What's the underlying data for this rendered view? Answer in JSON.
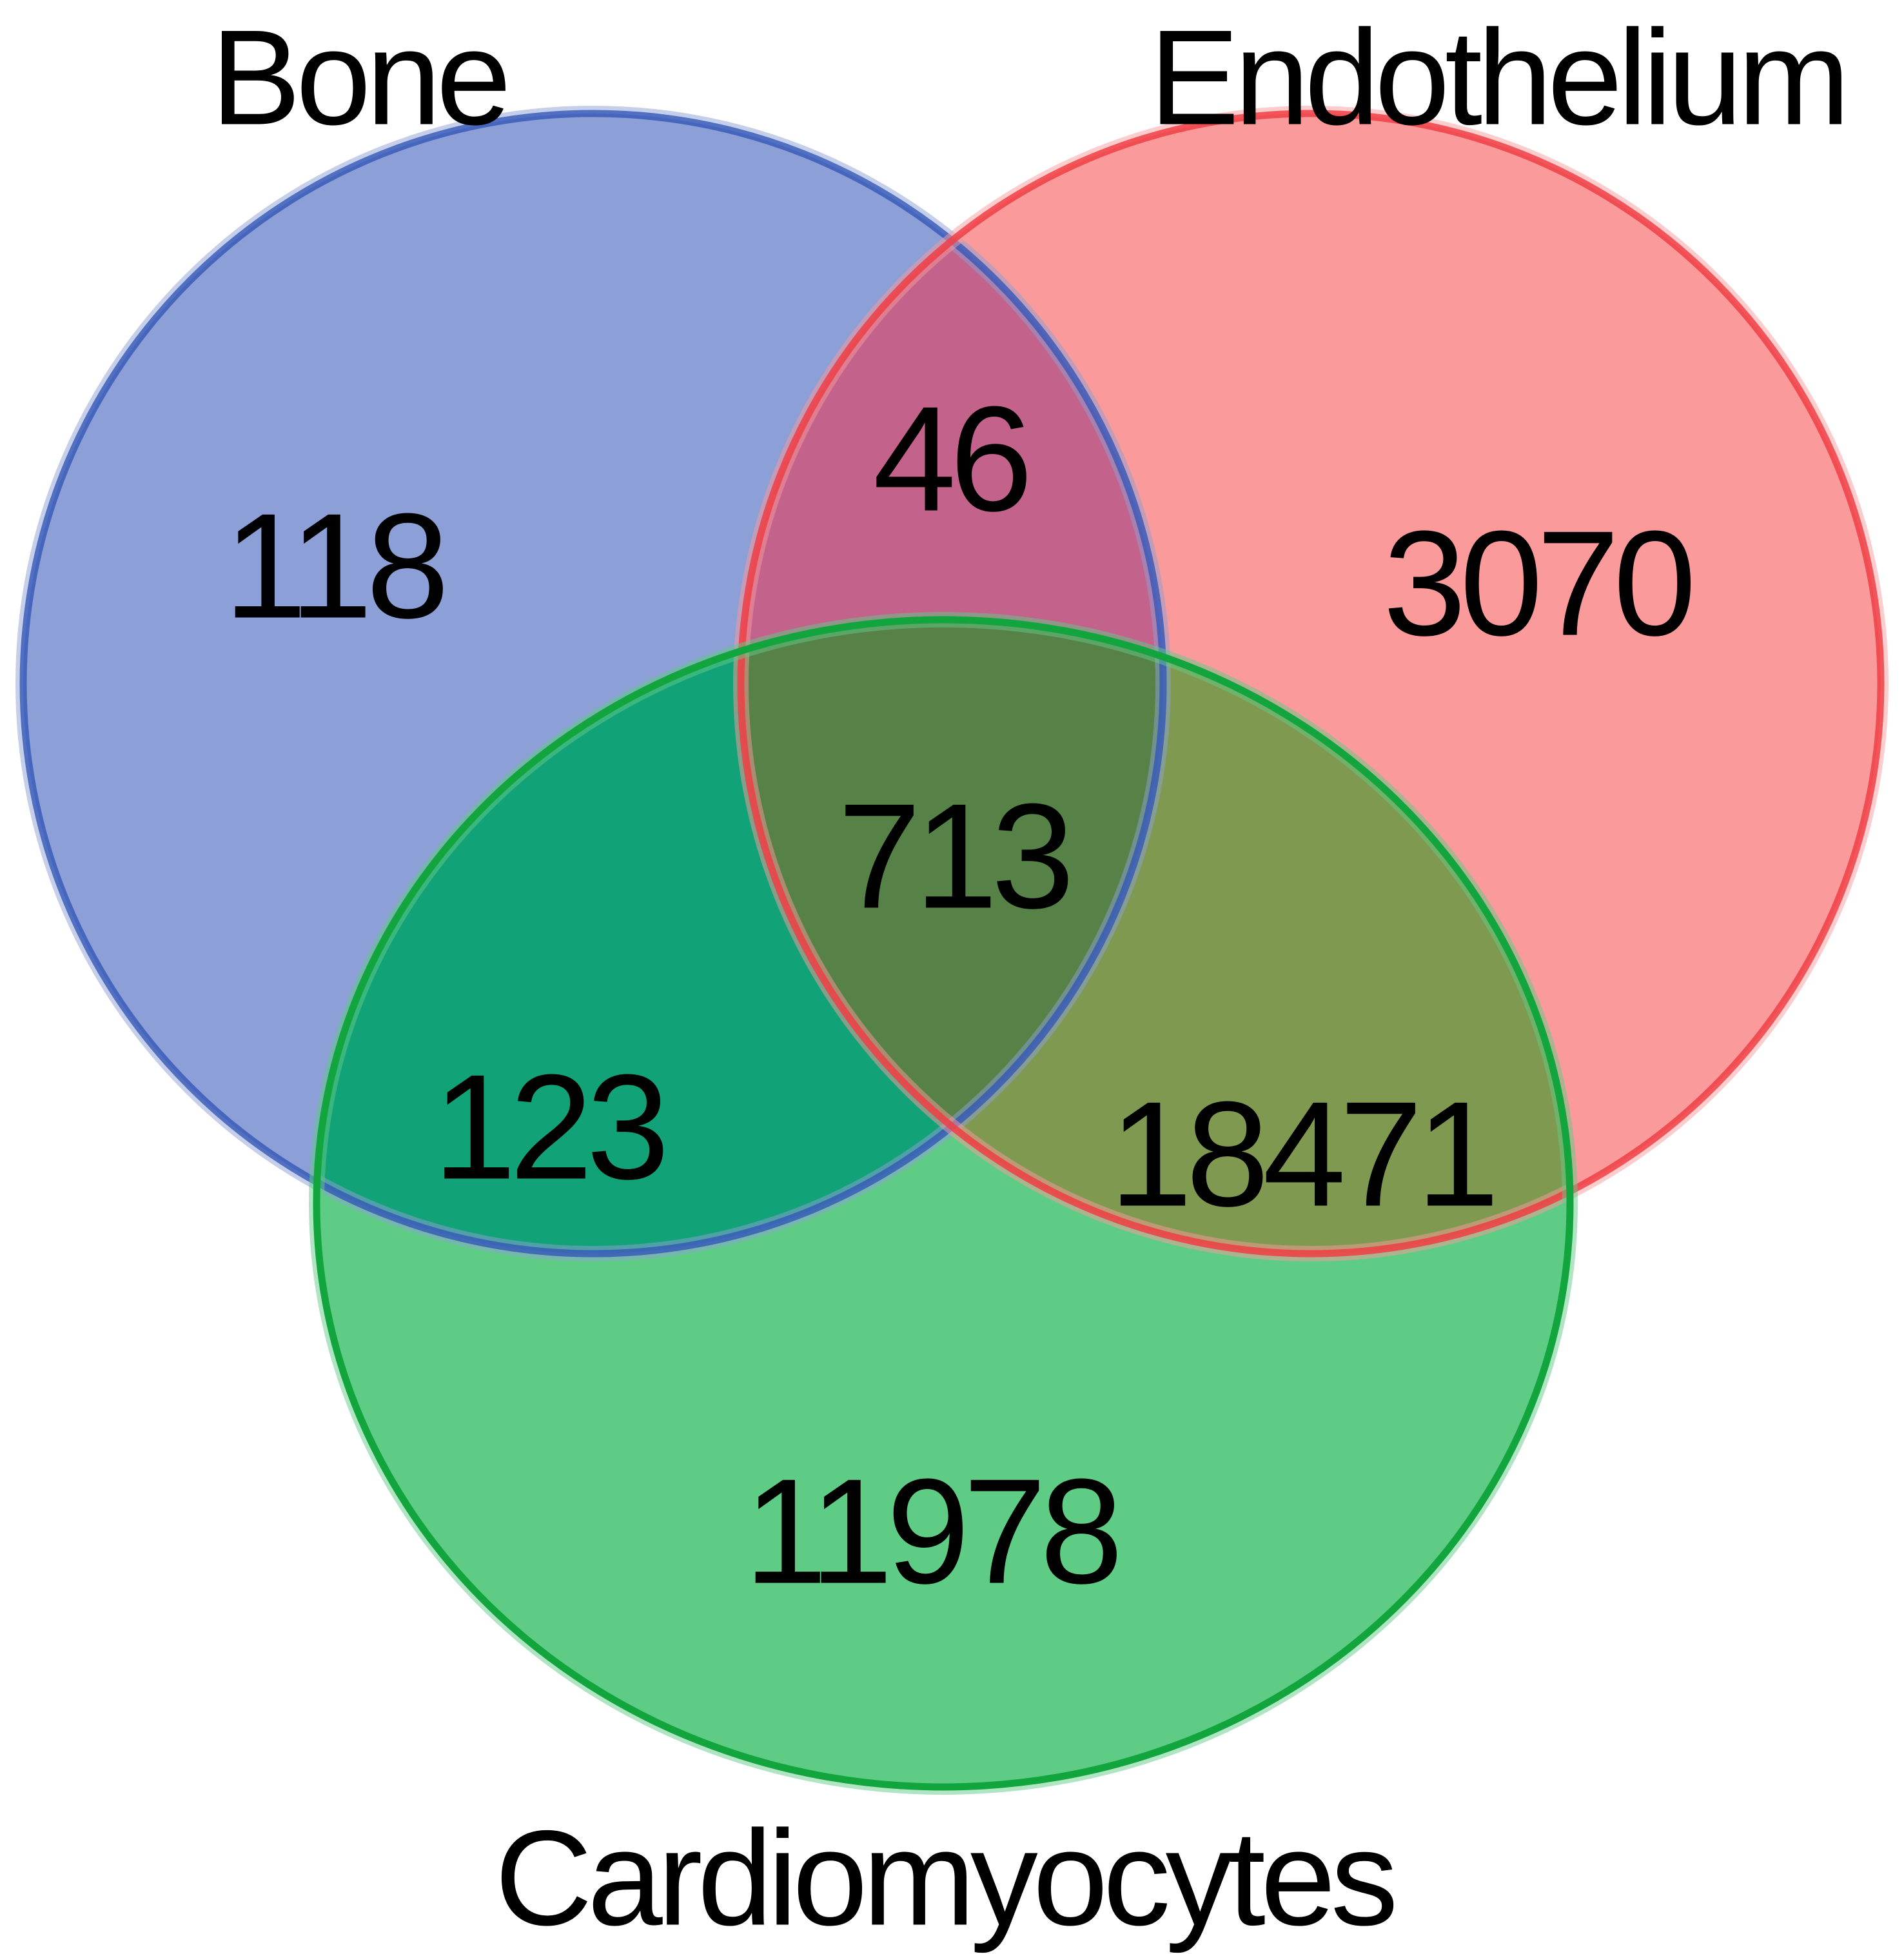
{
  "figure": {
    "type": "venn-diagram-3-sets",
    "background": "#ffffff",
    "text_color": "#000000",
    "sets": [
      {
        "id": "bone",
        "label": "Bone",
        "fill": "#8C9FD6",
        "stroke": "#3558B8"
      },
      {
        "id": "endothelium",
        "label": "Endothelium",
        "fill": "#FB9A9A",
        "stroke": "#EE3E44"
      },
      {
        "id": "cardiomyocytes",
        "label": "Cardiomyocytes",
        "fill": "#5FCC85",
        "stroke": "#12A53E"
      }
    ],
    "regions": {
      "bone_only": {
        "sets": [
          "Bone"
        ],
        "count": 118,
        "label": "118",
        "color": "#8C9FD6"
      },
      "endothelium_only": {
        "sets": [
          "Endothelium"
        ],
        "count": 3070,
        "label": "3070",
        "color": "#FB9A9A"
      },
      "cardiomyocytes_only": {
        "sets": [
          "Cardiomyocytes"
        ],
        "count": 11978,
        "label": "11978",
        "color": "#5FCC85"
      },
      "bone_endothelium": {
        "sets": [
          "Bone",
          "Endothelium"
        ],
        "count": 46,
        "label": "46",
        "color": "#C3638B"
      },
      "bone_cardiomyocytes": {
        "sets": [
          "Bone",
          "Cardiomyocytes"
        ],
        "count": 123,
        "label": "123",
        "color": "#12A278"
      },
      "endothelium_cardiomyocytes": {
        "sets": [
          "Endothelium",
          "Cardiomyocytes"
        ],
        "count": 18471,
        "label": "18471",
        "color": "#7F9A50"
      },
      "all_three": {
        "sets": [
          "Bone",
          "Endothelium",
          "Cardiomyocytes"
        ],
        "count": 713,
        "label": "713",
        "color": "#568147"
      }
    }
  }
}
